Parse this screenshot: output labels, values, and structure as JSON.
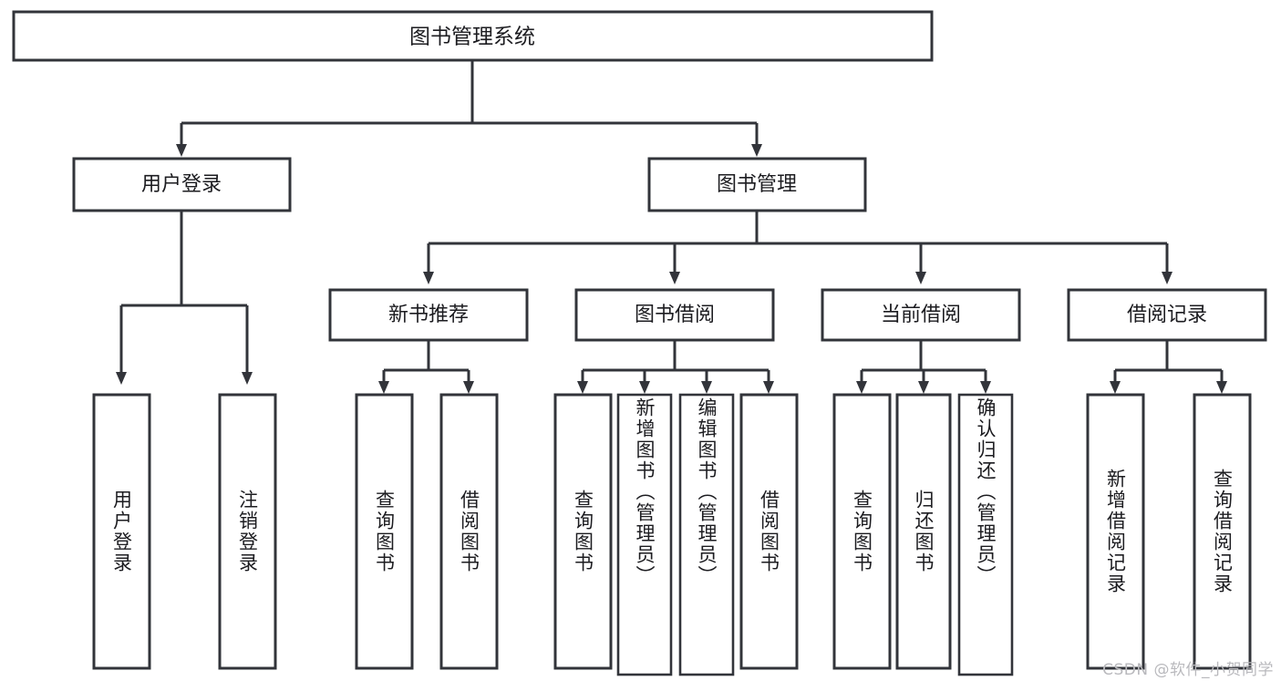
{
  "diagram": {
    "kind": "tree-hierarchy-diagram",
    "root": {
      "label": "图书管理系统"
    },
    "level1": [
      {
        "label": "用户登录"
      },
      {
        "label": "图书管理"
      }
    ],
    "level2": [
      {
        "label": "新书推荐"
      },
      {
        "label": "图书借阅"
      },
      {
        "label": "当前借阅"
      },
      {
        "label": "借阅记录"
      }
    ],
    "leaves": {
      "user_login": [
        {
          "label": "用户登录"
        },
        {
          "label": "注销登录"
        }
      ],
      "new_book_recommend": [
        {
          "label": "查询图书"
        },
        {
          "label": "借阅图书"
        }
      ],
      "book_borrow": [
        {
          "label": "查询图书"
        },
        {
          "label": "新增图书（管理员）"
        },
        {
          "label": "编辑图书（管理员）"
        },
        {
          "label": "借阅图书"
        }
      ],
      "current_borrow": [
        {
          "label": "查询图书"
        },
        {
          "label": "归还图书"
        },
        {
          "label": "确认归还（管理员）"
        }
      ],
      "borrow_record": [
        {
          "label": "新增借阅记录"
        },
        {
          "label": "查询借阅记录"
        }
      ]
    }
  },
  "watermark": {
    "text": "CSDN @软件_小贺同学"
  },
  "colors": {
    "stroke": "#32343a",
    "text": "#1c1c20",
    "background": "#ffffff",
    "watermark": "#b9b9bd"
  }
}
